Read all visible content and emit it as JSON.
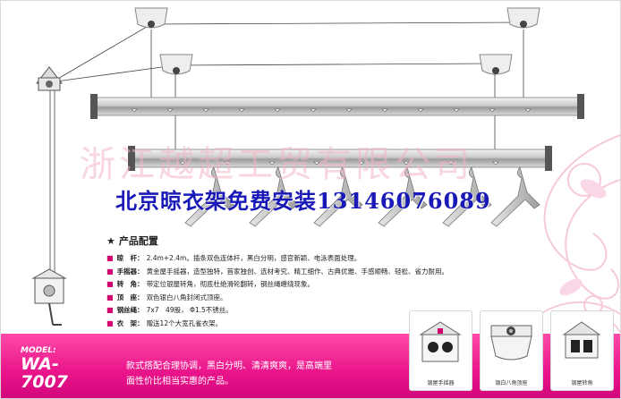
{
  "watermark": "浙江越超工贸有限公司",
  "overlay_text": "北京晾衣架免费安装13146076089",
  "features": {
    "title": "产品配置",
    "items": [
      {
        "key": "晾　杆：",
        "value": "2.4m+2.4m。插条双色连体杆，黑白分明，感官新颖、电泳表面处理。"
      },
      {
        "key": "手摇器：",
        "value": "黄金屋手摇器，造型独特，首家独创、选材考究、精工细作、古典优雅、手感顺畅、轻松、省力耐用。"
      },
      {
        "key": "转　角：",
        "value": "带定位银屋转角，彻底杜绝滑轮翻转，钢丝绳缠绕现象。"
      },
      {
        "key": "顶　座：",
        "value": "双色银白八角封闭式顶座。"
      },
      {
        "key": "钢丝绳：",
        "value": "7x7　49股，  Φ1.5不锈丝。"
      },
      {
        "key": "衣　架：",
        "value": "赠送12个大宽孔雀衣架。"
      }
    ]
  },
  "model": {
    "label": "MODEL:",
    "number": "WA-7007"
  },
  "slogan": {
    "line1": "款式搭配合理协调，黑白分明、清清爽爽，是高端里",
    "line2": "面性价比相当实惠的产品。"
  },
  "thumbnails": [
    {
      "caption": "银屋手摇器",
      "icon": "crank-winder-icon"
    },
    {
      "caption": "银白八角顶座",
      "icon": "ceiling-mount-icon"
    },
    {
      "caption": "银屋转角",
      "icon": "corner-pulley-icon"
    }
  ],
  "colors": {
    "accent": "#e9138a",
    "overlay_text": "#1919b8",
    "watermark": "#f2b5c4"
  }
}
